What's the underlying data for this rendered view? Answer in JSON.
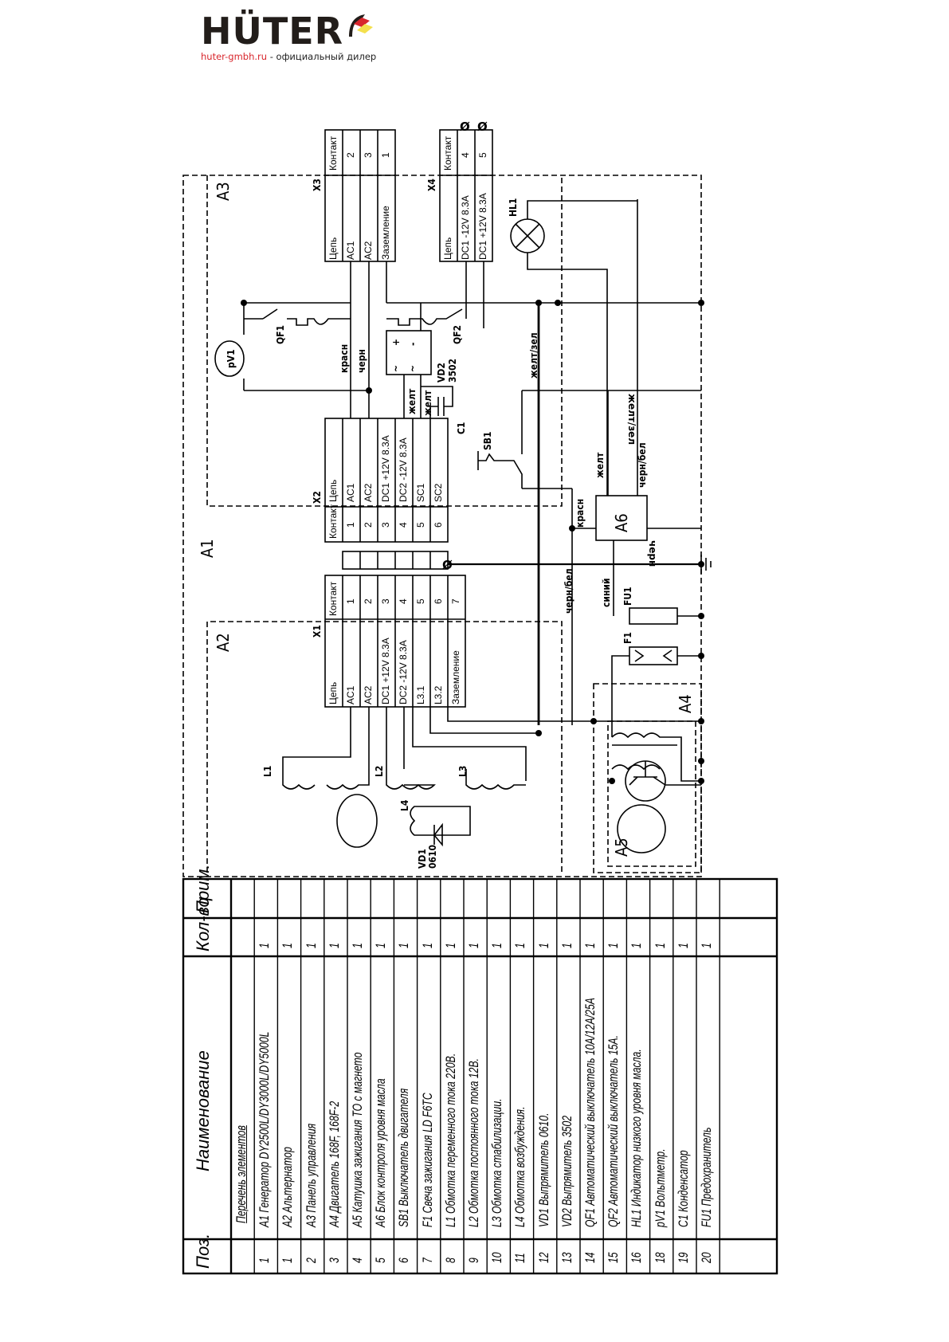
{
  "header": {
    "brand": "HÜTER",
    "site": "huter-gmbh.ru",
    "dealer_text": " - официальный дилер",
    "brand_colors": {
      "text": "#221d1a",
      "red": "#d8262c",
      "yellow": "#f4e04d"
    }
  },
  "blocks": {
    "A1": "A1",
    "A2": "A2",
    "A3": "A3",
    "A4": "A4",
    "A5": "A5",
    "A6": "A6"
  },
  "connectors": {
    "X1": {
      "name": "X1",
      "head_circuit": "Цепь",
      "head_contact": "Контакт",
      "rows": [
        {
          "circuit": "AC1",
          "contact": "1"
        },
        {
          "circuit": "AC2",
          "contact": "2"
        },
        {
          "circuit": "DC1 +12V 8.3A",
          "contact": "3"
        },
        {
          "circuit": "DC2 -12V 8.3A",
          "contact": "4"
        },
        {
          "circuit": "L3.1",
          "contact": "5"
        },
        {
          "circuit": "L3.2",
          "contact": "6"
        },
        {
          "circuit": "Заземление",
          "contact": "7"
        }
      ]
    },
    "X2": {
      "name": "X2",
      "head_circuit": "Цепь",
      "head_contact": "Контакт",
      "rows": [
        {
          "circuit": "AC1",
          "contact": "1"
        },
        {
          "circuit": "AC2",
          "contact": "2"
        },
        {
          "circuit": "DC1 +12V 8.3A",
          "contact": "3"
        },
        {
          "circuit": "DC2 -12V 8.3A",
          "contact": "4"
        },
        {
          "circuit": "SC1",
          "contact": "5"
        },
        {
          "circuit": "SC2",
          "contact": "6"
        }
      ]
    },
    "X3": {
      "name": "X3",
      "head_circuit": "Цепь",
      "head_contact": "Контакт",
      "rows": [
        {
          "circuit": "AC1",
          "contact": "2"
        },
        {
          "circuit": "AC2",
          "contact": "3"
        },
        {
          "circuit": "Заземление",
          "contact": "1"
        }
      ]
    },
    "X4": {
      "name": "X4",
      "head_circuit": "Цепь",
      "head_contact": "Контакт",
      "rows": [
        {
          "circuit": "DC1 -12V 8.3A",
          "contact": "4"
        },
        {
          "circuit": "DC1 +12V 8.3A",
          "contact": "5"
        }
      ],
      "marks": [
        "Ø",
        "Ø"
      ]
    }
  },
  "components": {
    "pV1": "pV1",
    "QF1": "QF1",
    "QF2": "QF2",
    "VD2": "VD2",
    "VD2_code": "3502",
    "C1": "C1",
    "SB1": "SB1",
    "HL1": "HL1",
    "FU1": "FU1",
    "F1": "F1",
    "L1": "L1",
    "L2": "L2",
    "L3": "L3",
    "L4": "L4",
    "VD1": "VD1",
    "VD1_code": "0610",
    "bridge_plus": "+",
    "bridge_minus": "-",
    "bridge_ac": "~"
  },
  "wires": {
    "red": "красн",
    "black": "черн",
    "yellow": "желт",
    "yellow_green": "желт/зел",
    "black_white": "черн/бел",
    "blue": "синий",
    "ground_mark": "Ø"
  },
  "parts_list": {
    "headers": {
      "pos": "Поз.",
      "name": "Наименование",
      "qty": "Кол-во",
      "note": "Прим."
    },
    "section_title": "Перечень элементов",
    "rows": [
      {
        "pos": "1",
        "name": "A1 Генератор DY2500L/DY3000L/DY5000L",
        "qty": "1",
        "note": ""
      },
      {
        "pos": "1",
        "name": "A2 Альтернатор",
        "qty": "1",
        "note": ""
      },
      {
        "pos": "2",
        "name": "A3 Панель управления",
        "qty": "1",
        "note": ""
      },
      {
        "pos": "3",
        "name": "A4 Двигатель 168F, 168F-2",
        "qty": "1",
        "note": ""
      },
      {
        "pos": "4",
        "name": "A5 Катушка зажигания ТО с магнето",
        "qty": "1",
        "note": ""
      },
      {
        "pos": "5",
        "name": "A6 Блок контроля уровня масла",
        "qty": "1",
        "note": ""
      },
      {
        "pos": "6",
        "name": "SB1 Выключатель двигателя",
        "qty": "1",
        "note": ""
      },
      {
        "pos": "7",
        "name": "F1 Свеча зажигания LD F6TC",
        "qty": "1",
        "note": ""
      },
      {
        "pos": "8",
        "name": "L1 Обмотка переменного тока 220В.",
        "qty": "1",
        "note": ""
      },
      {
        "pos": "9",
        "name": "L2 Обмотка постоянного тока 12В.",
        "qty": "1",
        "note": ""
      },
      {
        "pos": "10",
        "name": "L3 Обмотка стабилизации.",
        "qty": "1",
        "note": ""
      },
      {
        "pos": "11",
        "name": "L4 Обмотка возбуждения.",
        "qty": "1",
        "note": ""
      },
      {
        "pos": "12",
        "name": "VD1 Выпрямитель 0610.",
        "qty": "1",
        "note": ""
      },
      {
        "pos": "13",
        "name": "VD2 Выпрямитель 3502",
        "qty": "1",
        "note": ""
      },
      {
        "pos": "14",
        "name": "QF1 Автоматический выключатель 10A/12A/25A",
        "qty": "1",
        "note": ""
      },
      {
        "pos": "15",
        "name": "QF2 Автоматический выключатель 15A.",
        "qty": "1",
        "note": ""
      },
      {
        "pos": "16",
        "name": "HL1 Индикатор низкого уровня масла.",
        "qty": "1",
        "note": ""
      },
      {
        "pos": "18",
        "name": "pV1 Вольтметр.",
        "qty": "1",
        "note": ""
      },
      {
        "pos": "19",
        "name": "C1 Конденсатор",
        "qty": "1",
        "note": ""
      },
      {
        "pos": "20",
        "name": "FU1 Предохранитель",
        "qty": "1",
        "note": ""
      }
    ]
  }
}
